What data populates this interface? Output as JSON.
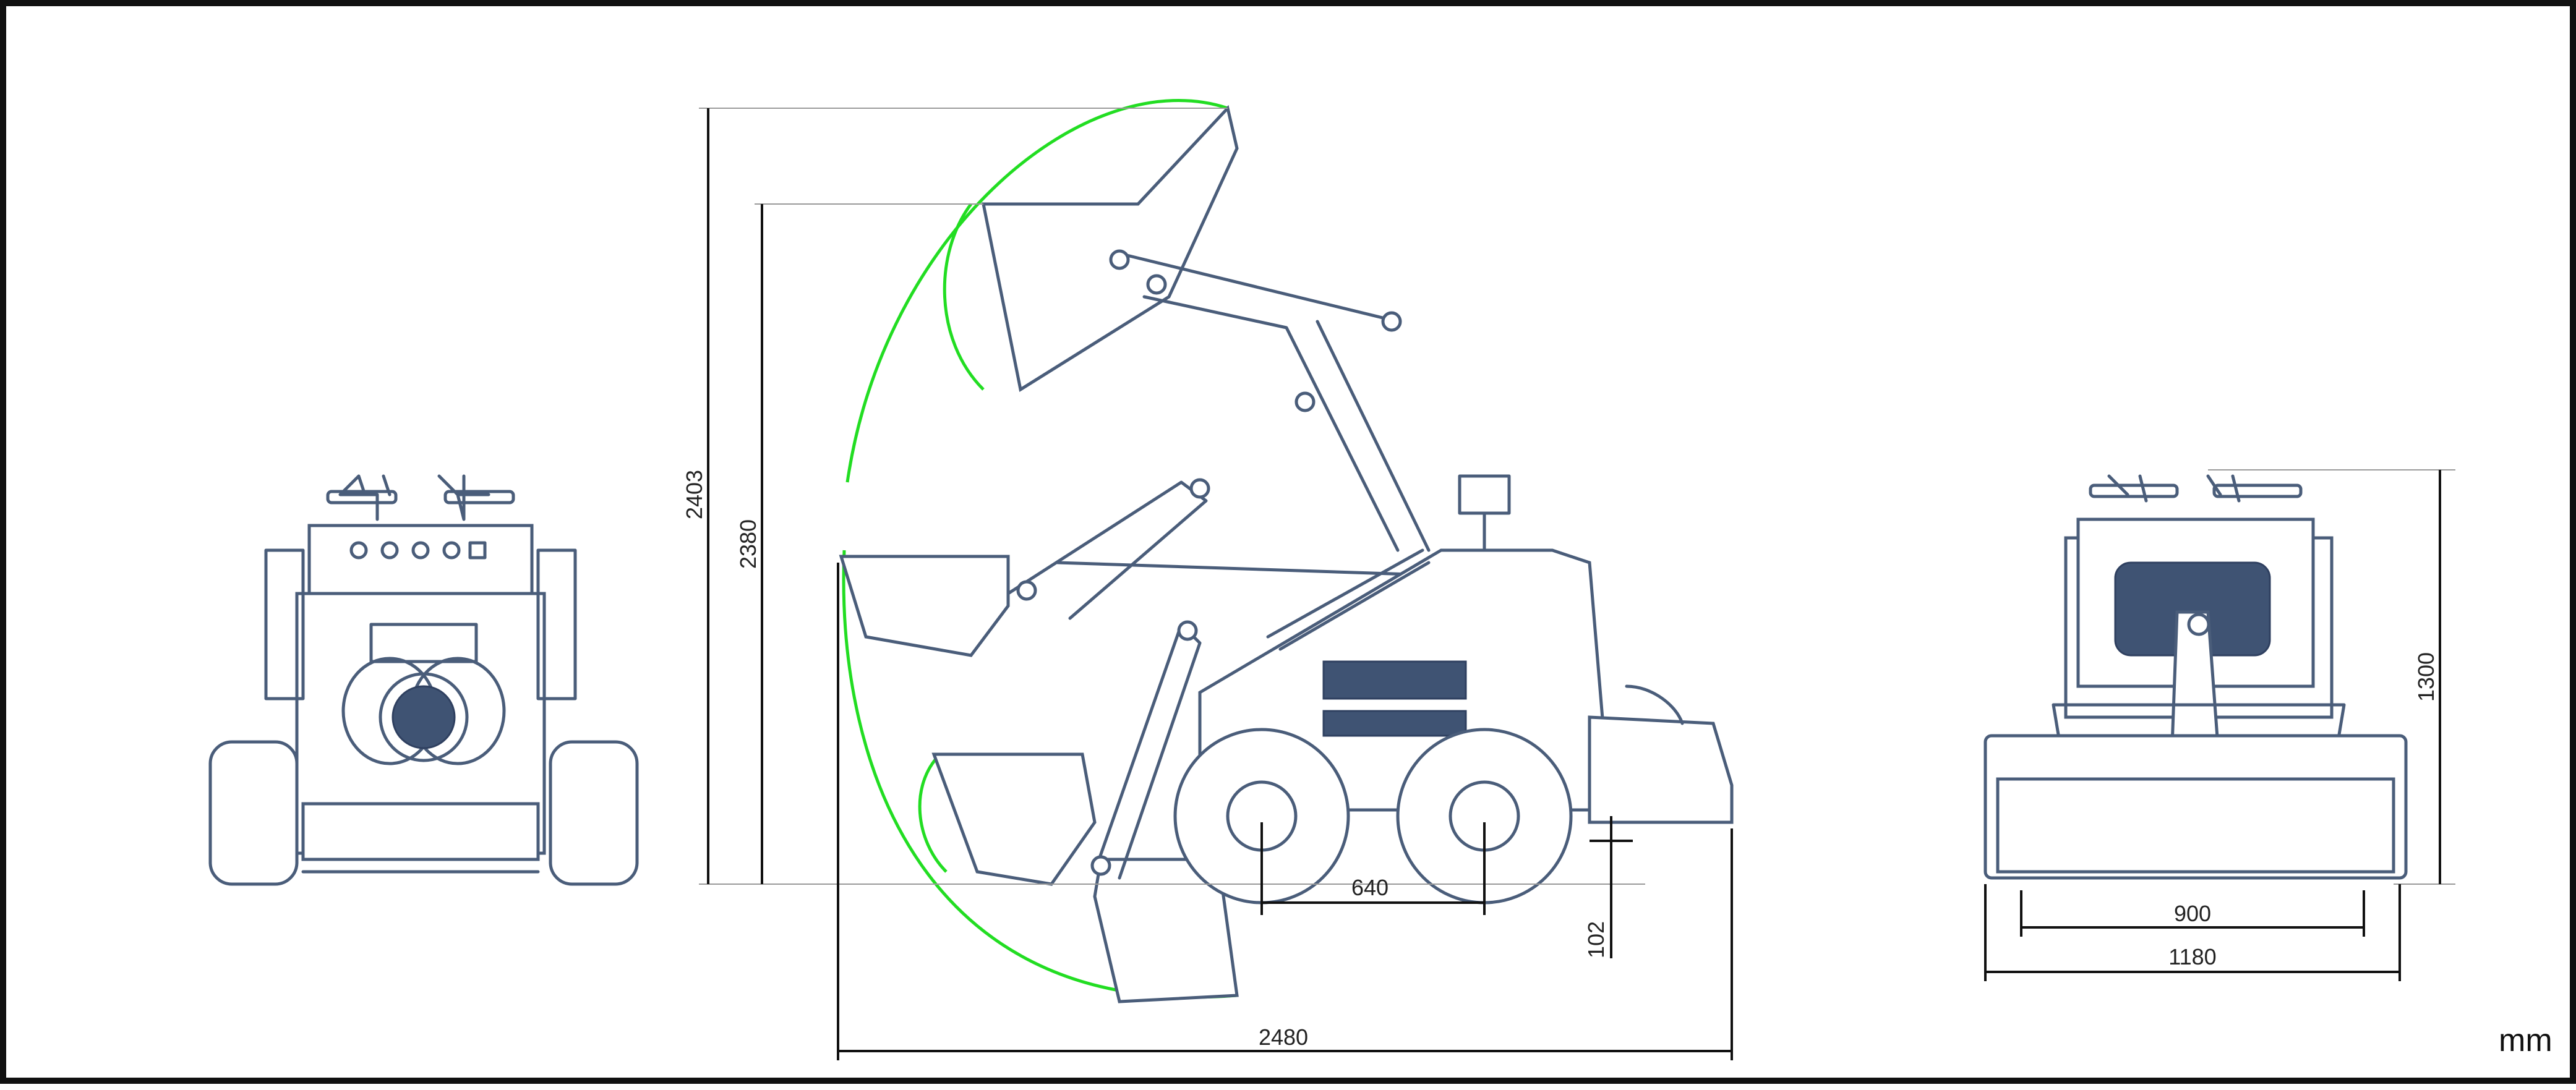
{
  "drawing": {
    "unit_label": "mm",
    "arc_color": "#22dd22",
    "line_color": "#4a5d7a",
    "dimension_color": "#111111"
  },
  "dimensions": {
    "height_max": "2403",
    "height_pin": "2380",
    "wheelbase": "640",
    "ground_clearance": "102",
    "overall_length": "2480",
    "rear_height": "1300",
    "track_width": "900",
    "overall_width": "1180"
  }
}
